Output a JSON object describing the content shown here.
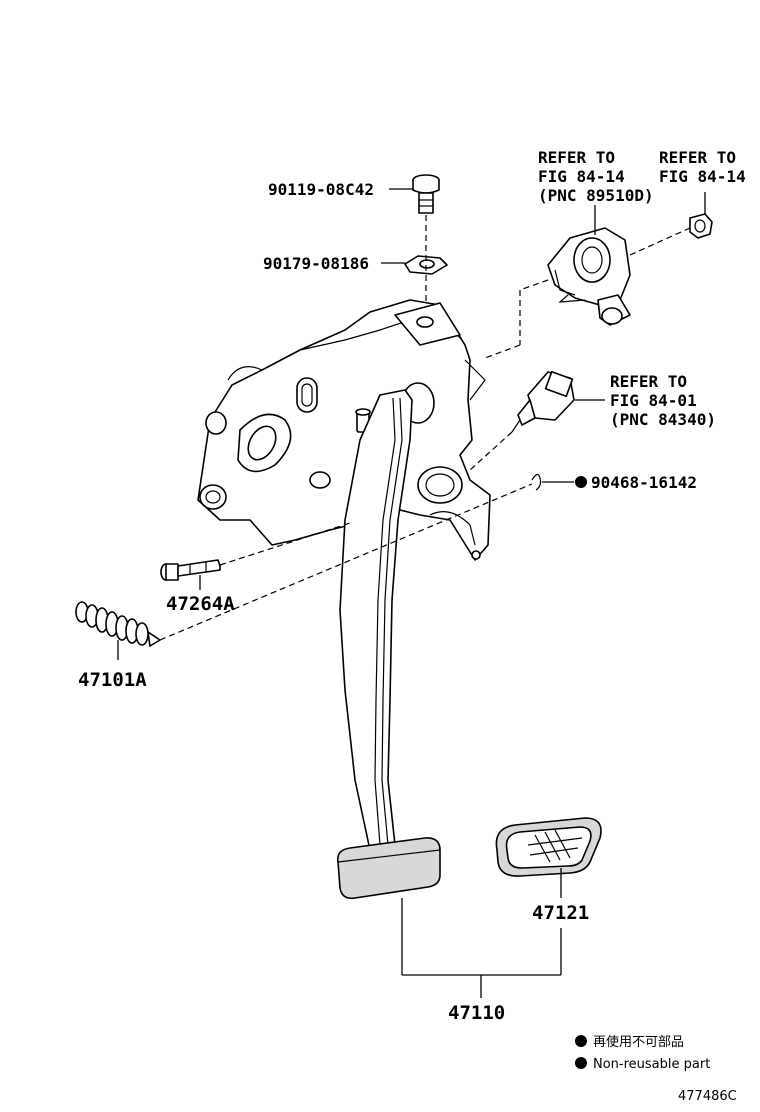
{
  "labels": {
    "bolt": "90119-08C42",
    "nut": "90179-08186",
    "refer_sensor_line1": "REFER TO",
    "refer_sensor_line2": "FIG 84-14",
    "refer_sensor_line3": "(PNC 89510D)",
    "refer_cushion_line1": "REFER TO",
    "refer_cushion_line2": "FIG 84-14",
    "refer_switch_line1": "REFER TO",
    "refer_switch_line2": "FIG 84-01",
    "refer_switch_line3": "(PNC 84340)",
    "clip": "90468-16142",
    "pin": "47264A",
    "spring": "47101A",
    "pad": "47121",
    "pedal_assy": "47110"
  },
  "legend": {
    "line1": "再使用不可部品",
    "line2": "Non-reusable part"
  },
  "figure_id": "477486C"
}
